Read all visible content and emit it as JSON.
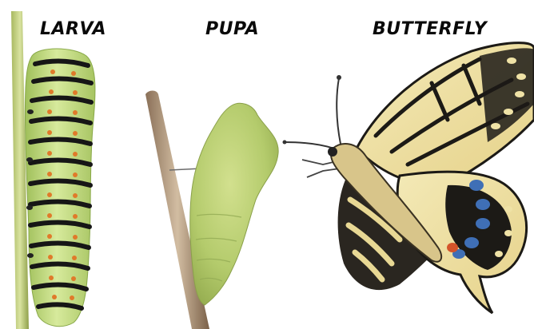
{
  "labels": {
    "larva": "LARVA",
    "pupa": "PUPA",
    "butterfly": "BUTTERFLY"
  },
  "colors": {
    "larva_green": "#c7df86",
    "larva_stripe": "#151515",
    "larva_spot": "#e07a2a",
    "pupa_green": "#b5cd6e",
    "stem": "#b89c7c",
    "wing_cream": "#efe2a6",
    "wing_black": "#1c1a16",
    "eyespot_blue": "#3f6fb6",
    "eyespot_red": "#d4542a"
  }
}
